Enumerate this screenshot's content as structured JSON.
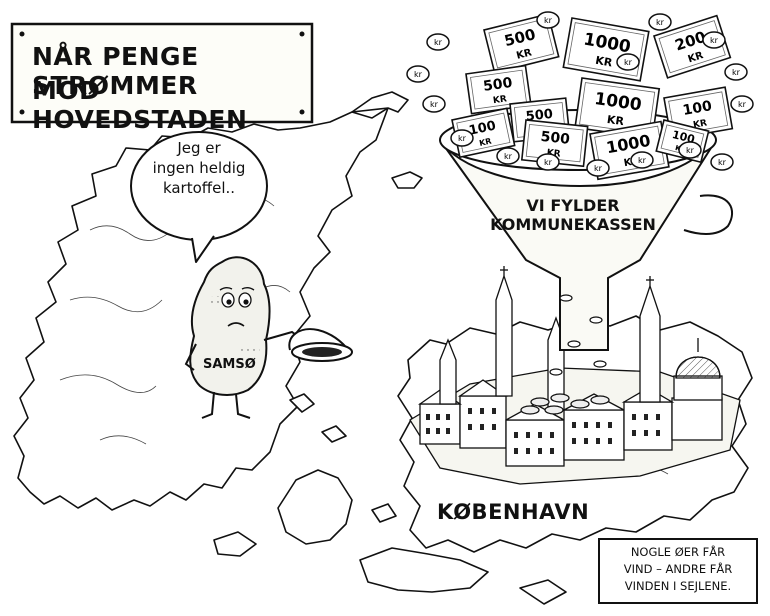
{
  "title": {
    "line1": "NÅR PENGE STRØMMER",
    "line2": "MOD HOVEDSTADEN"
  },
  "speech_bubble": {
    "line1": "Jeg er",
    "line2": "ingen heldig",
    "line3": "kartoffel.."
  },
  "labels": {
    "samso": "SAMSØ",
    "kobenhavn": "KØBENHAVN"
  },
  "funnel": {
    "line1": "VI FYLDER",
    "line2": "KOMMUNEKASSEN"
  },
  "banknotes": [
    {
      "value": "500",
      "unit": "KR"
    },
    {
      "value": "1000",
      "unit": "KR"
    },
    {
      "value": "200",
      "unit": "KR"
    },
    {
      "value": "500",
      "unit": "KR"
    },
    {
      "value": "1000",
      "unit": "KR"
    },
    {
      "value": "500",
      "unit": "KR"
    },
    {
      "value": "100",
      "unit": "KR"
    },
    {
      "value": "500",
      "unit": "KR"
    },
    {
      "value": "1000",
      "unit": "KR"
    },
    {
      "value": "100",
      "unit": "KR"
    },
    {
      "value": "100",
      "unit": "KR"
    }
  ],
  "coin_label": "kr",
  "caption": {
    "line1": "NOGLE ØER FÅR",
    "line2": "VIND – ANDRE FÅR",
    "line3": "VINDEN I SEJLENE."
  },
  "colors": {
    "ink": "#111111",
    "paper": "#ffffff"
  }
}
